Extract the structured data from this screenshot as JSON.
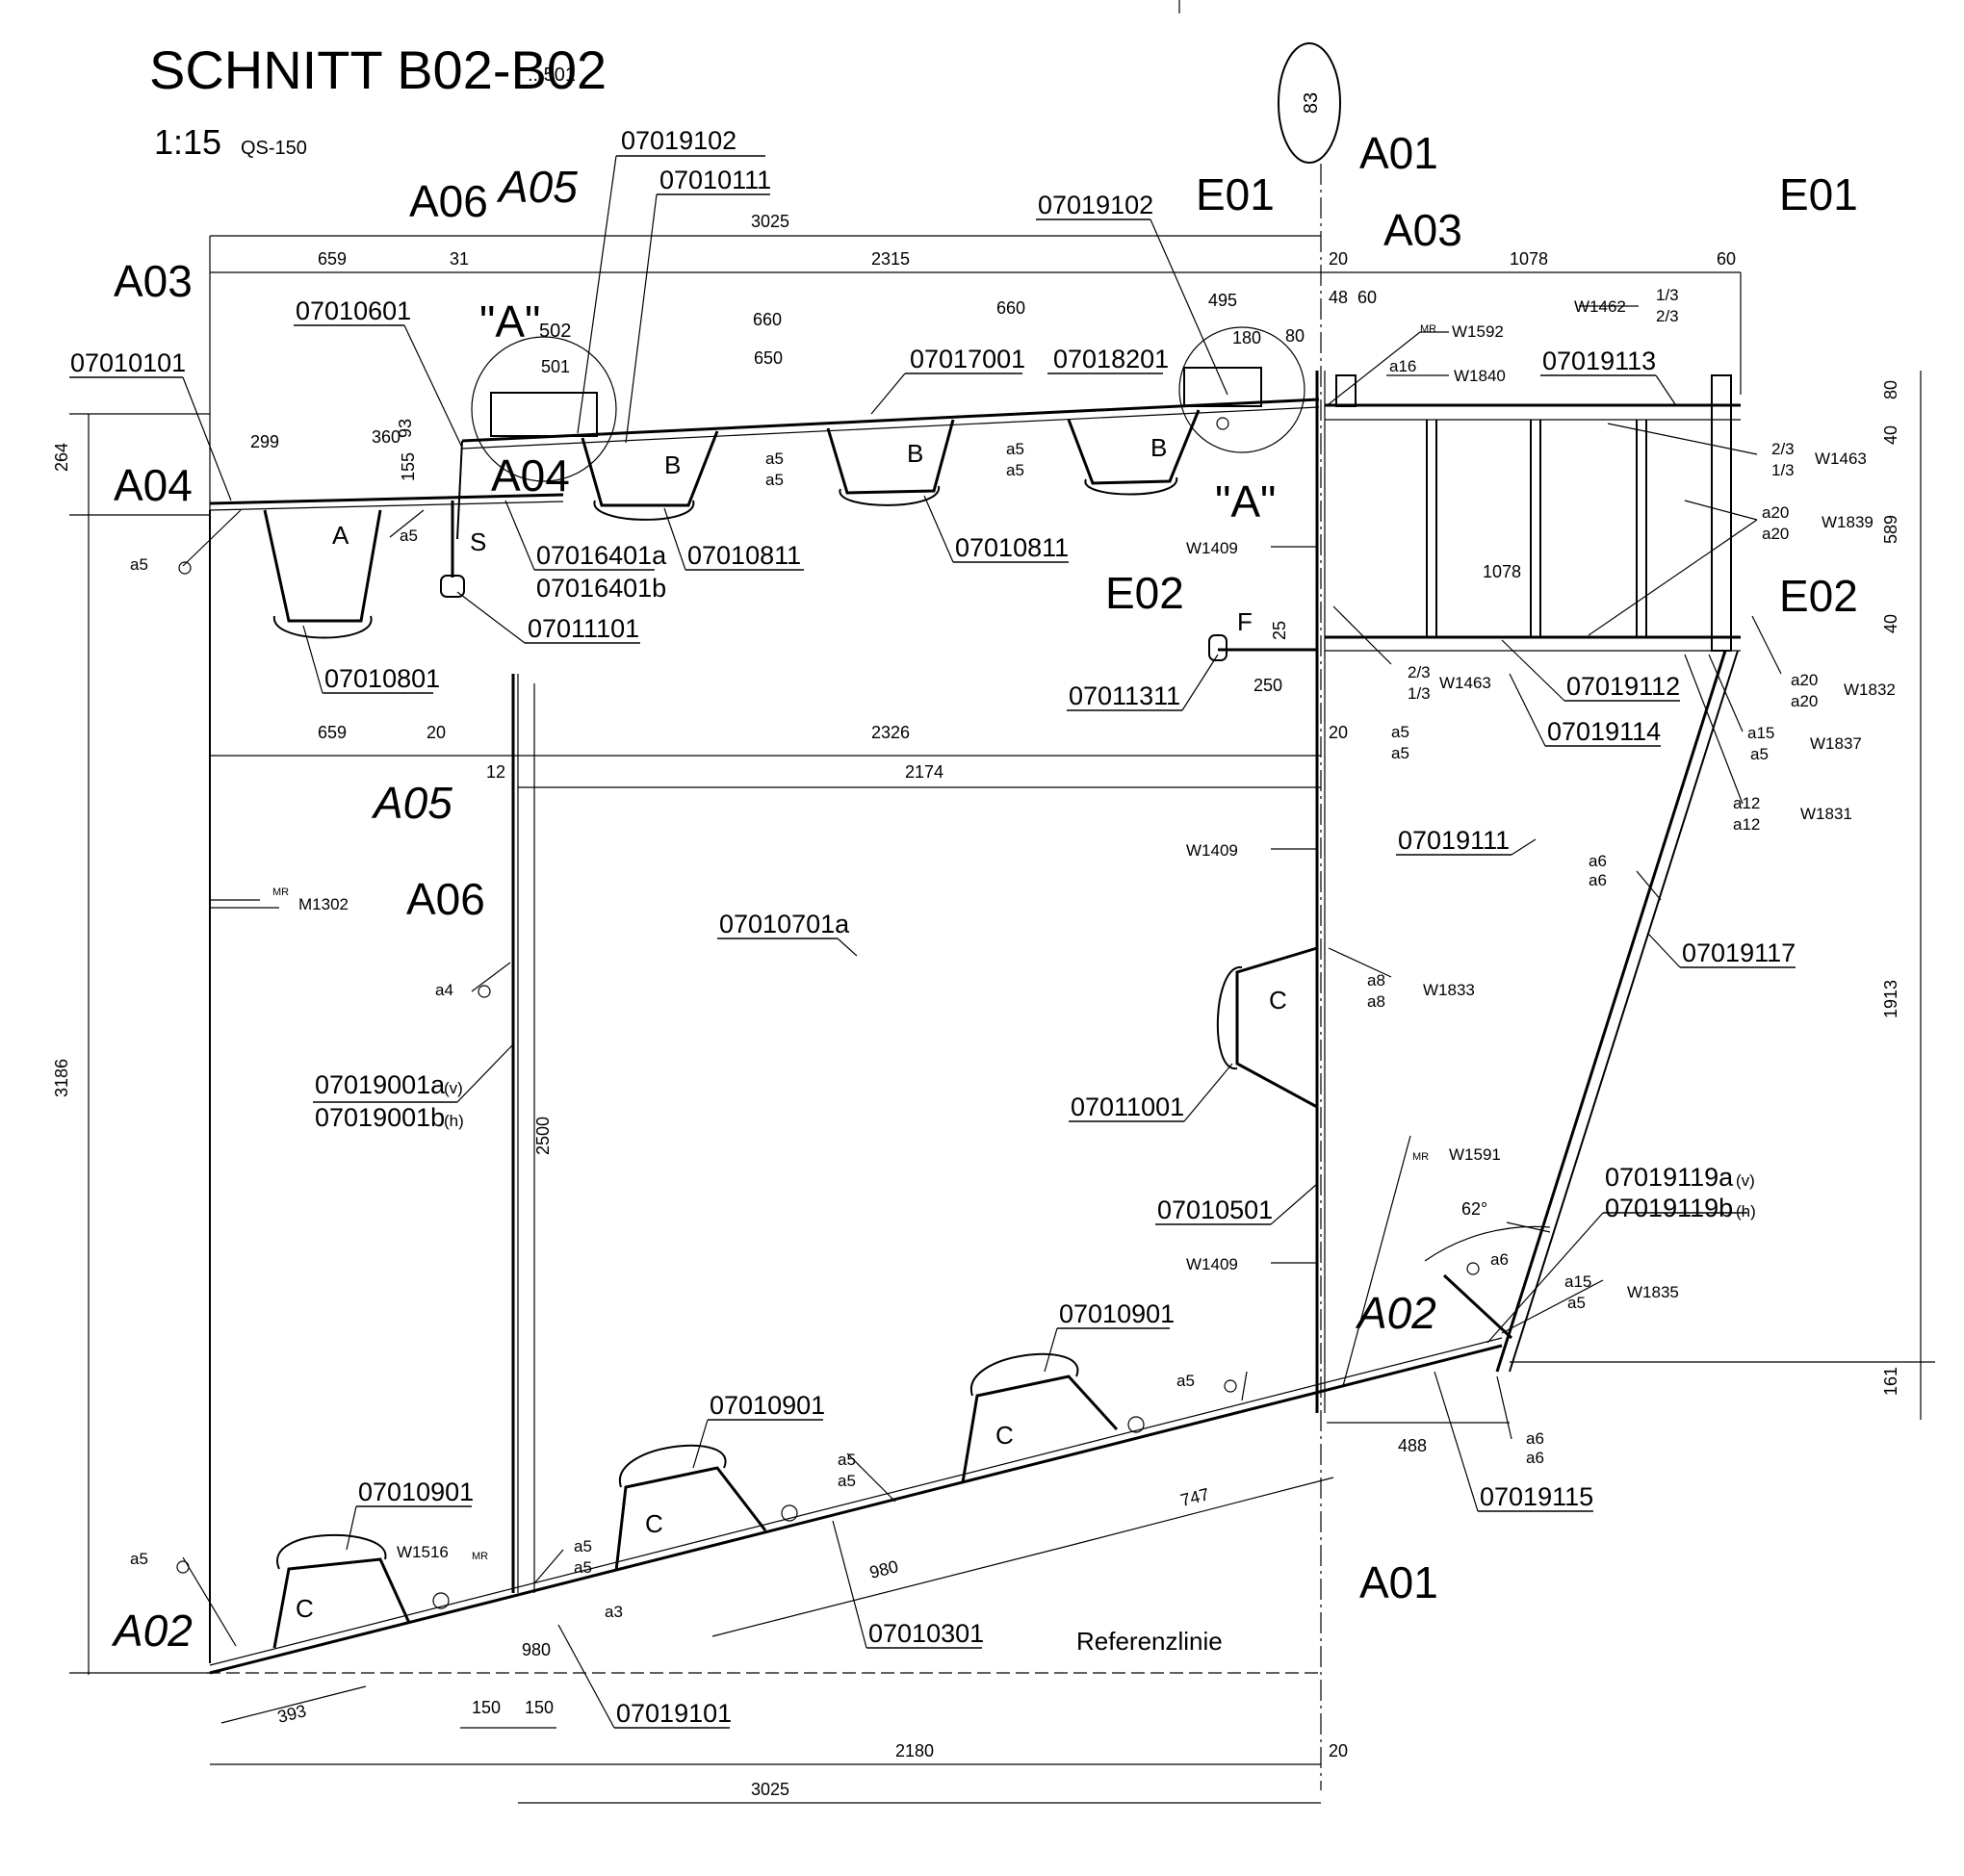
{
  "title": {
    "name": "SCHNITT B02-B02",
    "suffix": "...501",
    "scale": "1:15",
    "profile": "QS-150",
    "bubble": "83"
  },
  "section_marks": {
    "a06_top": "A06",
    "a05_top": "A05",
    "a03_left": "A03",
    "a04_left": "A04",
    "a04_mid": "A04",
    "e01_mid": "E01",
    "a01_top": "A01",
    "a03_right": "A03",
    "e01_right": "E01",
    "e02_right": "E02",
    "e02_mid": "E02",
    "a05_mid": "A05",
    "a06_mid": "A06",
    "a02_right": "A02",
    "a01_bottom": "A01",
    "a02_left": "A02"
  },
  "detail_marks": {
    "detail_a_left": "\"A\"",
    "detail_a_left_sub": "502",
    "detail_a_right": "\"A\""
  },
  "part_numbers": {
    "p07019102_a": "07019102",
    "p07010111": "07010111",
    "p07019102_b": "07019102",
    "p07010601": "07010601",
    "p07010101": "07010101",
    "p07017001": "07017001",
    "p07018201": "07018201",
    "p07019113": "07019113",
    "p07016401a": "07016401a",
    "p07016401b": "07016401b",
    "p07010811_a": "07010811",
    "p07010811_b": "07010811",
    "p07011101": "07011101",
    "p07010801": "07010801",
    "p07011311": "07011311",
    "p07019112": "07019112",
    "p07019114": "07019114",
    "p07019111": "07019111",
    "p07019117": "07019117",
    "p07010701a": "07010701a",
    "p07019001a": "07019001a",
    "p07019001a_tag": "(v)",
    "p07019001b": "07019001b",
    "p07019001b_tag": "(h)",
    "p07011001": "07011001",
    "p07010501": "07010501",
    "p07019119a": "07019119a",
    "p07019119a_tag": "(v)",
    "p07019119b": "07019119b",
    "p07019119b_tag": "(h)",
    "p07010901_a": "07010901",
    "p07010901_b": "07010901",
    "p07010901_c": "07010901",
    "p07019115": "07019115",
    "p07010301": "07010301",
    "p07019101": "07019101"
  },
  "profile_labels": {
    "a": "A",
    "b1": "B",
    "b2": "B",
    "b3": "B",
    "c_right": "C",
    "c1": "C",
    "c2": "C",
    "c3": "C",
    "s": "S",
    "f": "F"
  },
  "reference_line": "Referenzlinie",
  "dimensions": {
    "d3025_top": "3025",
    "d659_top": "659",
    "d31": "31",
    "d2315": "2315",
    "d20_top": "20",
    "d1078_top": "1078",
    "d60_top": "60",
    "d660_a": "660",
    "d660_b": "660",
    "d495": "495",
    "d48": "48",
    "d60_b": "60",
    "d180": "180",
    "d80_top": "80",
    "d501": "501",
    "d650": "650",
    "d299": "299",
    "d360": "360",
    "d93": "93",
    "d155": "155",
    "d264": "264",
    "d80_right": "80",
    "d40_right_a": "40",
    "d589": "589",
    "d1078_mid": "1078",
    "d40_right_b": "40",
    "d25": "25",
    "d250": "250",
    "d659_mid": "659",
    "d20_mid": "20",
    "d2326": "2326",
    "d20_right_mid": "20",
    "d12": "12",
    "d2174": "2174",
    "d1913": "1913",
    "d3186": "3186",
    "d2500": "2500",
    "d62": "62°",
    "d161": "161",
    "d488": "488",
    "d747": "747",
    "d980_a": "980",
    "d980_b": "980",
    "d393": "393",
    "d150_a": "150",
    "d150_b": "150",
    "d2180": "2180",
    "d20_bottom": "20",
    "d3025_bottom": "3025"
  },
  "weld_labels": {
    "w1592": "W1592",
    "w1840": "W1840",
    "a16": "a16",
    "w1462": "W1462",
    "frac13_a": "1/3",
    "frac23_a": "2/3",
    "w1463_a": "W1463",
    "frac23_b": "2/3",
    "frac13_b": "1/3",
    "w1839": "W1839",
    "a20_a": "a20",
    "a20_b": "a20",
    "w1409_a": "W1409",
    "w1463_b": "W1463",
    "frac23_c": "2/3",
    "frac13_c": "1/3",
    "w1832": "W1832",
    "a20_c": "a20",
    "a20_d": "a20",
    "a15_a": "a15",
    "a5_a": "a5",
    "w1837": "W1837",
    "a12_a": "a12",
    "a12_b": "a12",
    "w1831": "W1831",
    "a5_b": "a5",
    "a5_c": "a5",
    "a6_a": "a6",
    "a6_b": "a6",
    "w1409_b": "W1409",
    "a8_a": "a8",
    "a8_b": "a8",
    "w1833": "W1833",
    "w1591": "W1591",
    "w1409_c": "W1409",
    "a6_c": "a6",
    "a15_b": "a15",
    "a5_d": "a5",
    "w1835": "W1835",
    "a6_d": "a6",
    "a6_e": "a6",
    "a5_e": "a5",
    "a5_f": "a5",
    "a5_g": "a5",
    "a5_h": "a5",
    "a5_i": "a5",
    "w1516": "W1516",
    "a3": "a3",
    "a5_j": "a5",
    "a5_k": "a5",
    "a5_l": "a5",
    "a5_m": "a5",
    "a5_n": "a5",
    "a5_o": "a5",
    "a5_p": "a5",
    "a4": "a4",
    "m1302": "M1302",
    "mr_a": "MR",
    "mr_b": "MR",
    "mr_c": "MR",
    "mr_d": "MR"
  }
}
